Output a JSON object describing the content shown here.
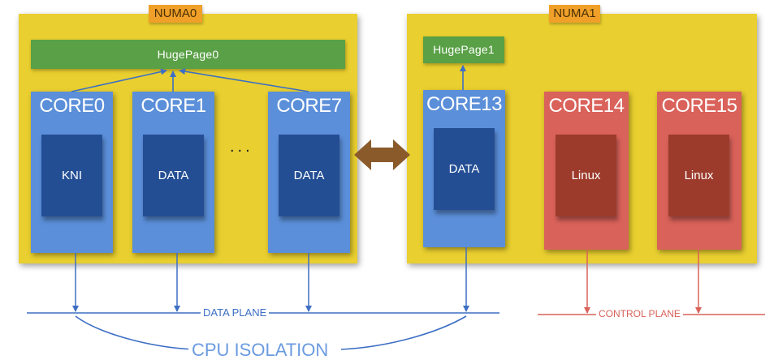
{
  "numa0": {
    "label": "NUMA0",
    "hugepage": "HugePage0"
  },
  "numa1": {
    "label": "NUMA1",
    "hugepage": "HugePage1"
  },
  "cores": [
    {
      "title": "CORE0",
      "task": "KNI"
    },
    {
      "title": "CORE1",
      "task": "DATA"
    },
    {
      "title": "CORE7",
      "task": "DATA"
    },
    {
      "title": "CORE13",
      "task": "DATA"
    },
    {
      "title": "CORE14",
      "task": "Linux"
    },
    {
      "title": "CORE15",
      "task": "Linux"
    }
  ],
  "ellipsis": "...",
  "planes": {
    "data_plane": "DATA PLANE",
    "control_plane": "CONTROL PLANE"
  },
  "isolation_label": "CPU ISOLATION",
  "colors": {
    "numa": "#e9cf2f",
    "numa_tag": "#f0a028",
    "hugepage": "#59a046",
    "core_blue": "#5b8fd9",
    "core_red": "#d9625a",
    "task_blue": "#244e94",
    "task_red": "#9c3b2c",
    "data_plane_line": "#3d6fc4",
    "control_plane_line": "#d9625a",
    "interconnect": "#8a5a2b"
  }
}
